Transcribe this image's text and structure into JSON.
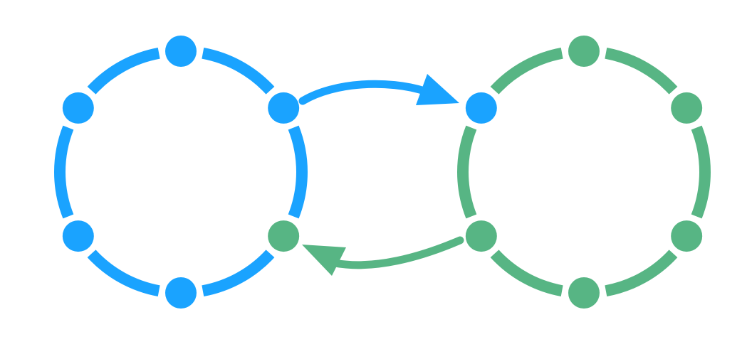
{
  "colors": {
    "blue": "#1aa3ff",
    "green": "#57b584",
    "background": "#ffffff"
  },
  "rings": [
    {
      "name": "left-ring",
      "color": "blue",
      "nodes": [
        {
          "name": "left-ring-node-top",
          "color": "blue"
        },
        {
          "name": "left-ring-node-upper-right",
          "color": "blue"
        },
        {
          "name": "left-ring-node-lower-right",
          "color": "green"
        },
        {
          "name": "left-ring-node-bottom",
          "color": "blue"
        },
        {
          "name": "left-ring-node-lower-left",
          "color": "blue"
        },
        {
          "name": "left-ring-node-upper-left",
          "color": "blue"
        }
      ]
    },
    {
      "name": "right-ring",
      "color": "green",
      "nodes": [
        {
          "name": "right-ring-node-top",
          "color": "green"
        },
        {
          "name": "right-ring-node-upper-right",
          "color": "green"
        },
        {
          "name": "right-ring-node-lower-right",
          "color": "green"
        },
        {
          "name": "right-ring-node-bottom",
          "color": "green"
        },
        {
          "name": "right-ring-node-lower-left",
          "color": "green"
        },
        {
          "name": "right-ring-node-upper-left",
          "color": "blue"
        }
      ]
    }
  ],
  "arrows": [
    {
      "name": "arrow-left-to-right",
      "from": "left-ring-node-upper-right",
      "to": "right-ring-node-upper-left",
      "color": "blue"
    },
    {
      "name": "arrow-right-to-left",
      "from": "right-ring-node-lower-left",
      "to": "left-ring-node-lower-right",
      "color": "green"
    }
  ]
}
